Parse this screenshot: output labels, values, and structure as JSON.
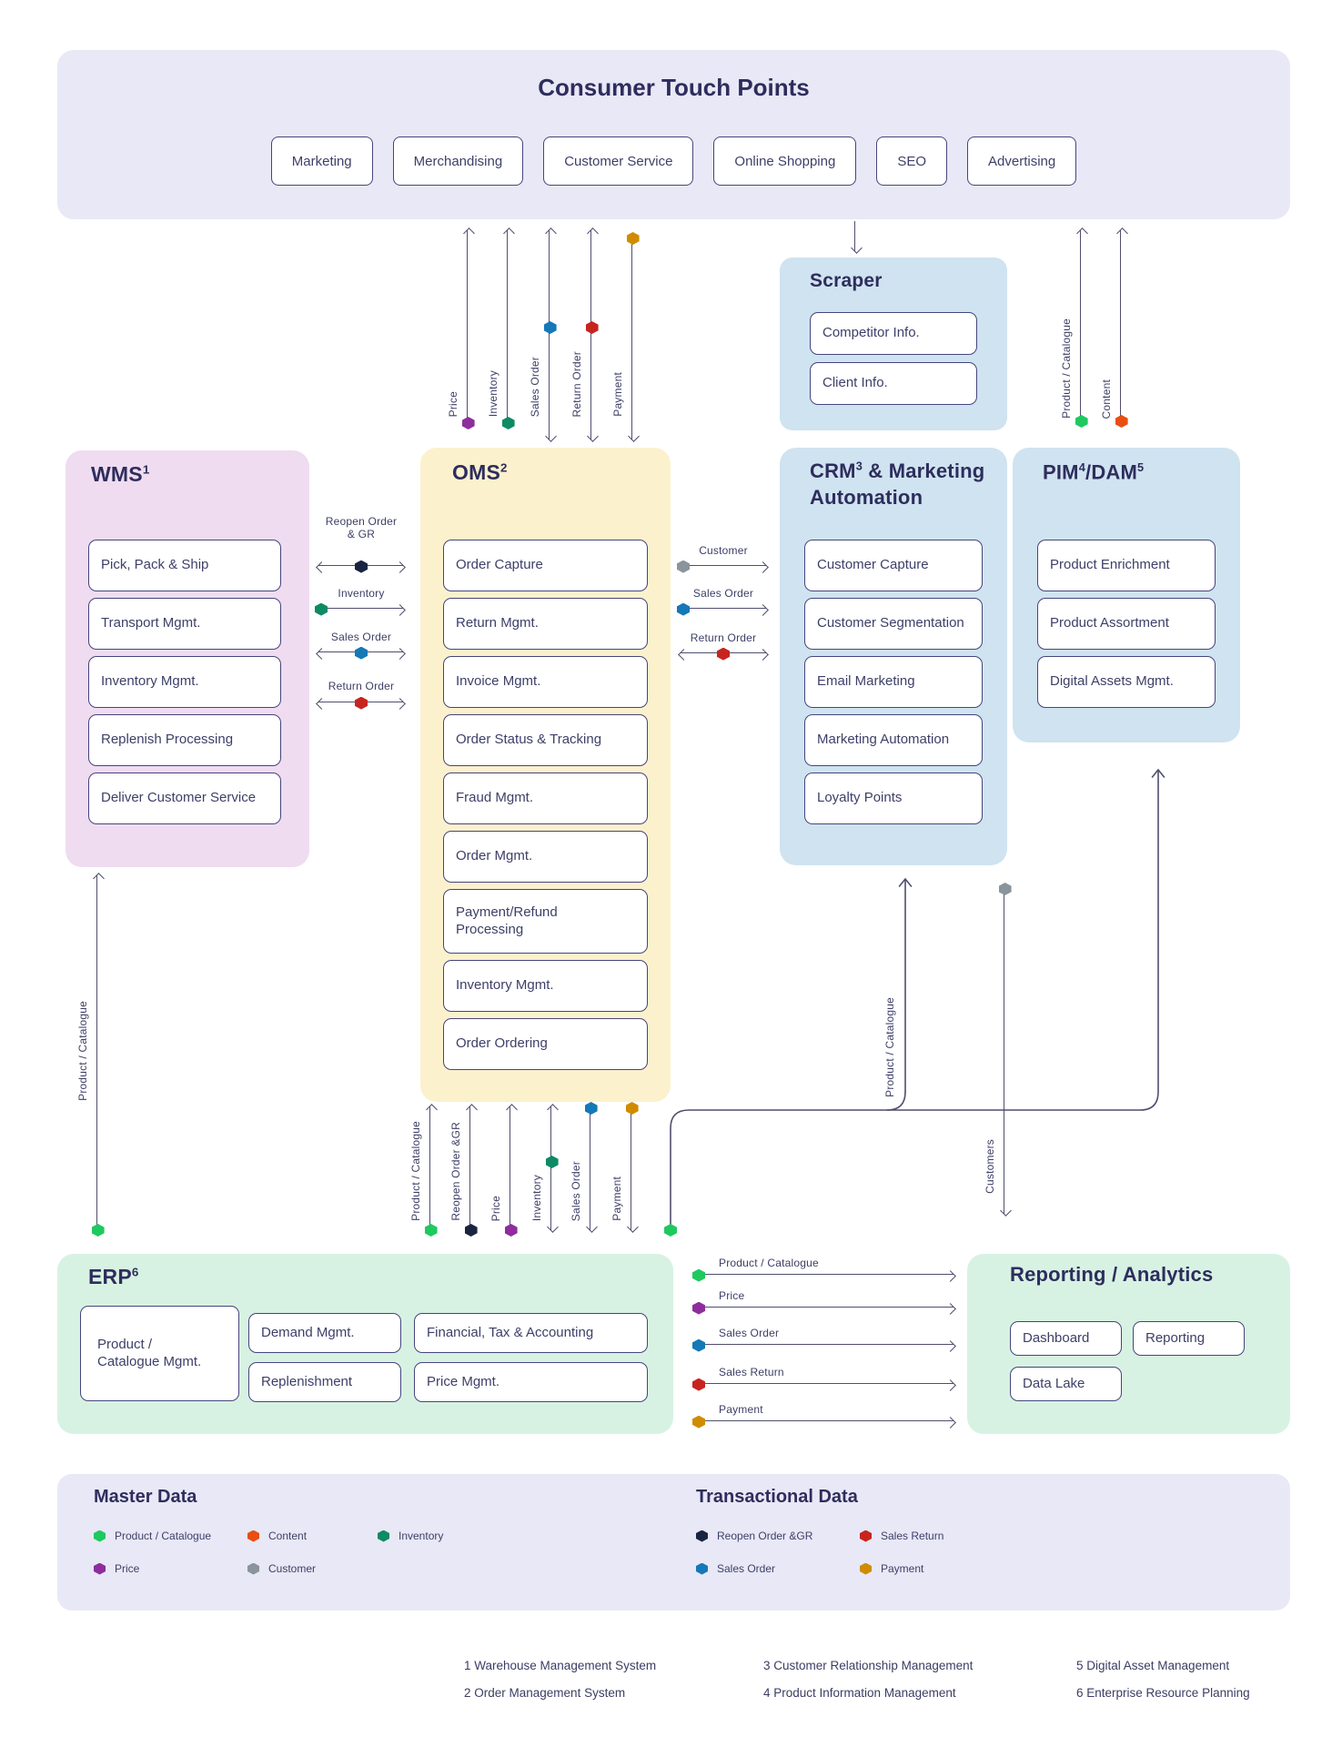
{
  "colors": {
    "product_catalogue": "#1ec95f",
    "content": "#e84e12",
    "inventory": "#0e8a64",
    "price": "#8e2d9c",
    "customer": "#8a949b",
    "reopen_order_gr": "#192440",
    "sales_order": "#1578b7",
    "sales_return": "#c8241f",
    "payment": "#d08c00",
    "ink": "#4f4f6e",
    "panel_lavender": "#e8e8f6",
    "panel_purple": "#efdcf0",
    "panel_yellow": "#fcf1cd",
    "panel_blue": "#cfe3f0",
    "panel_green": "#d7f2e3"
  },
  "consumer": {
    "title": "Consumer Touch Points",
    "buttons": [
      "Marketing",
      "Merchandising",
      "Customer Service",
      "Online Shopping",
      "SEO",
      "Advertising"
    ]
  },
  "scraper": {
    "title": "Scraper",
    "boxes": [
      "Competitor Info.",
      "Client Info."
    ]
  },
  "panels": {
    "wms": {
      "abbr": "WMS",
      "sup": "1",
      "boxes": [
        "Pick, Pack & Ship",
        "Transport Mgmt.",
        "Inventory Mgmt.",
        "Replenish Processing",
        "Deliver Customer Service"
      ]
    },
    "oms": {
      "abbr": "OMS",
      "sup": "2",
      "boxes": [
        "Order Capture",
        "Return Mgmt.",
        "Invoice Mgmt.",
        "Order Status & Tracking",
        "Fraud Mgmt.",
        "Order Mgmt.",
        "Payment/Refund Processing",
        "Inventory Mgmt.",
        "Order Ordering"
      ]
    },
    "crm": {
      "abbr": "CRM",
      "sup": "3",
      "rest": " & Marketing Automation",
      "boxes": [
        "Customer Capture",
        "Customer Segmentation",
        "Email Marketing",
        "Marketing Automation",
        "Loyalty Points"
      ]
    },
    "pim": {
      "abbr1": "PIM",
      "sup1": "4",
      "slash": "/",
      "abbr2": "DAM",
      "sup2": "5",
      "boxes": [
        "Product Enrichment",
        "Product Assortment",
        "Digital Assets Mgmt."
      ]
    },
    "erp": {
      "abbr": "ERP",
      "sup": "6",
      "boxes": [
        "Product / Catalogue Mgmt.",
        "Demand Mgmt.",
        "Replenishment",
        "Financial, Tax & Accounting",
        "Price Mgmt."
      ]
    },
    "reporting": {
      "title": "Reporting / Analytics",
      "boxes": [
        "Dashboard",
        "Reporting",
        "Data Lake"
      ]
    }
  },
  "flows": {
    "consumer_oms": [
      "Price",
      "Inventory",
      "Sales Order",
      "Return Order",
      "Payment"
    ],
    "consumer_pim": [
      "Product / Catalogue",
      "Content"
    ],
    "wms_oms": [
      "Reopen Order & GR",
      "Inventory",
      "Sales Order",
      "Return Order"
    ],
    "oms_crm": [
      "Customer",
      "Sales Order",
      "Return Order"
    ],
    "oms_erp": [
      "Product / Catalogue",
      "Reopen Order &GR",
      "Price",
      "Inventory",
      "Sales Order",
      "Payment"
    ],
    "erp_wms": "Product / Catalogue",
    "erp_crm": "Product / Catalogue",
    "crm_reporting": "Customers",
    "erp_reporting": [
      "Product / Catalogue",
      "Price",
      "Sales Order",
      "Sales Return",
      "Payment"
    ]
  },
  "legend": {
    "master": {
      "title": "Master Data",
      "items": [
        {
          "label": "Product / Catalogue",
          "color": "product_catalogue"
        },
        {
          "label": "Content",
          "color": "content"
        },
        {
          "label": "Inventory",
          "color": "inventory"
        },
        {
          "label": "Price",
          "color": "price"
        },
        {
          "label": "Customer",
          "color": "customer"
        }
      ]
    },
    "transactional": {
      "title": "Transactional Data",
      "items": [
        {
          "label": "Reopen Order &GR",
          "color": "reopen_order_gr"
        },
        {
          "label": "Sales Return",
          "color": "sales_return"
        },
        {
          "label": "Sales Order",
          "color": "sales_order"
        },
        {
          "label": "Payment",
          "color": "payment"
        }
      ]
    }
  },
  "footnotes": [
    "1 Warehouse Management System",
    "2 Order Management System",
    "3 Customer Relationship Management",
    "4 Product Information Management",
    "5 Digital Asset Management",
    "6 Enterprise Resource Planning"
  ]
}
